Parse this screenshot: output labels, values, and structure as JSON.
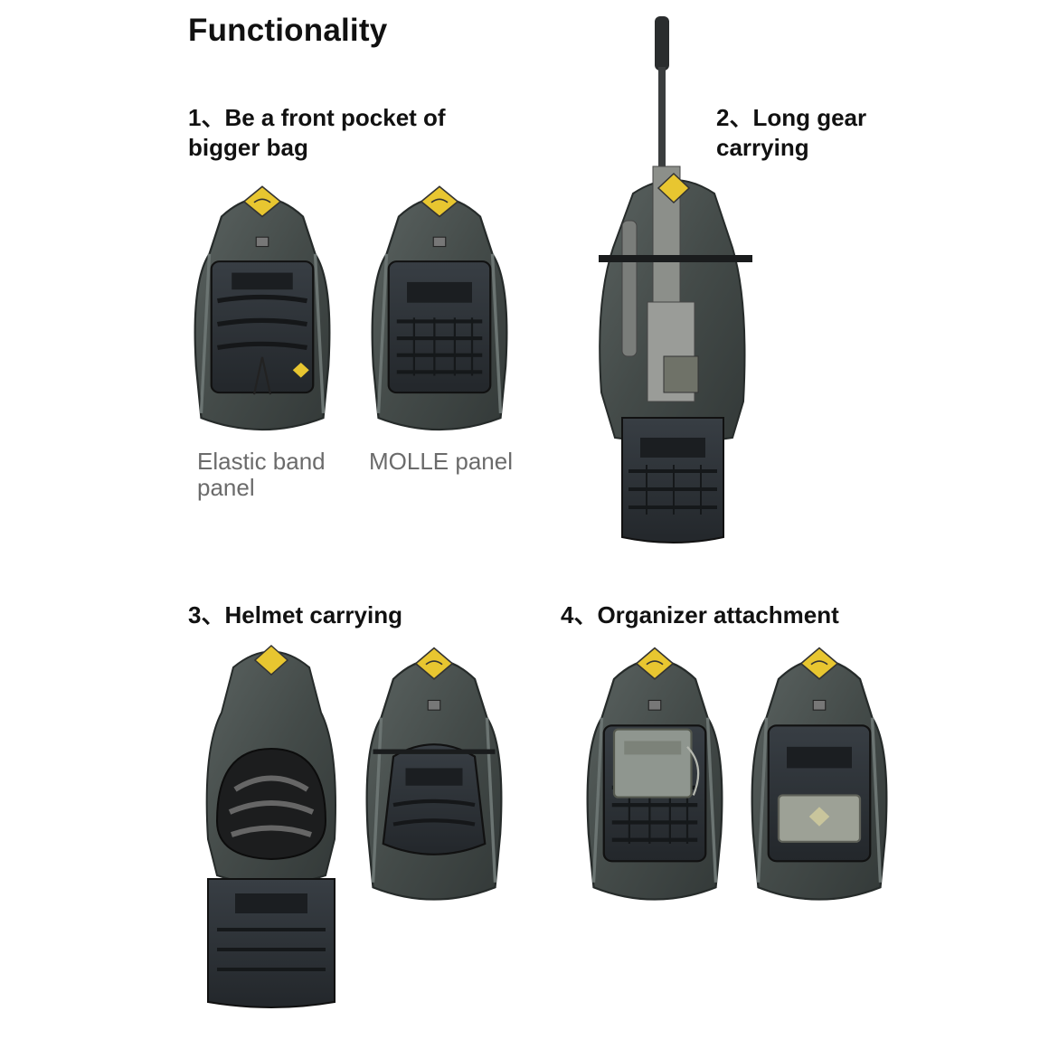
{
  "page": {
    "title": "Functionality"
  },
  "sections": [
    {
      "heading_line1": "1、Be a front pocket of",
      "heading_line2": "bigger bag",
      "captions": [
        "Elastic band",
        "panel",
        "MOLLE panel"
      ]
    },
    {
      "heading_line1": "2、Long gear",
      "heading_line2": "carrying"
    },
    {
      "heading_line1": "3、Helmet carrying"
    },
    {
      "heading_line1": "4、Organizer attachment"
    }
  ],
  "images": [
    {
      "name": "backpack-elastic-band-panel"
    },
    {
      "name": "backpack-molle-panel"
    },
    {
      "name": "backpack-long-gear-rifle"
    },
    {
      "name": "backpack-helmet-open"
    },
    {
      "name": "backpack-helmet-closed"
    },
    {
      "name": "backpack-organizer-pouch"
    },
    {
      "name": "backpack-organizer-small-pouch"
    }
  ],
  "colors": {
    "bag_body": "#4a514f",
    "bag_dark": "#2c3130",
    "panel": "#2f3438",
    "logo": "#e8c630",
    "caption_text": "#6b6b6b"
  }
}
